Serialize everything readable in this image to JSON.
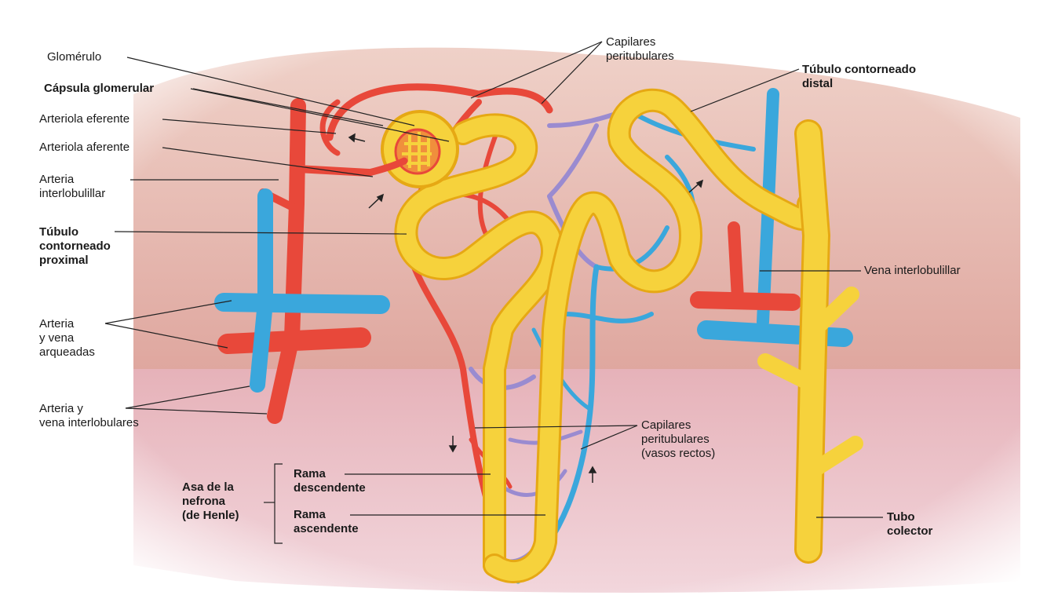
{
  "labels": {
    "glomerulo": "Glomérulo",
    "capsula": "Cápsula glomerular",
    "arteriola_eferente": "Arteriola eferente",
    "arteriola_aferente": "Arteriola aferente",
    "arteria_interlobulillar": "Arteria\ninterlobulillar",
    "tubulo_proximal": "Túbulo\ncontorneado\nproximal",
    "arteria_vena_arqueadas": "Arteria\ny vena\narqueadas",
    "arteria_vena_interlobulares": "Arteria y\nvena interlobulares",
    "capilares_peritubulares_top": "Capilares\nperitubulares",
    "tubulo_distal": "Túbulo contorneado\ndistal",
    "vena_interlobulillar": "Vena interlobulillar",
    "capilares_vasos_rectos": "Capilares\nperitubulares\n(vasos rectos)",
    "asa_nefrona": "Asa de la\nnefrona\n(de Henle)",
    "rama_descendente": "Rama\ndescendente",
    "rama_ascendente": "Rama\nascendente",
    "tubo_colector": "Tubo\ncolector"
  },
  "colors": {
    "artery": "#e8483a",
    "vein": "#3aa7dc",
    "tubule": "#f6d23c",
    "tubule_edge": "#e6a814",
    "capillary_mix": "#9a8bd0",
    "tissue_cortex": "#e2b0a8",
    "tissue_medulla": "#e7b9c4",
    "leader": "#222222"
  }
}
